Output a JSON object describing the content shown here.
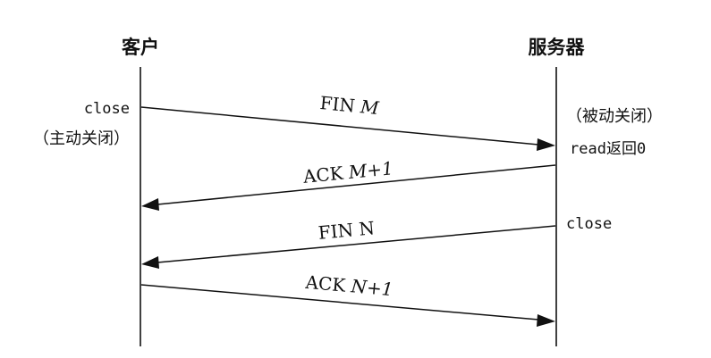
{
  "lanes": {
    "client": "客户",
    "server": "服务器"
  },
  "client_notes": {
    "close": "close",
    "active_close": "（主动关闭）"
  },
  "server_notes": {
    "passive_close": "（被动关闭）",
    "read_returns_0": "read返回0",
    "close": "close"
  },
  "messages": [
    {
      "direction": "client-to-server",
      "label": "FIN ",
      "label_italic": "M"
    },
    {
      "direction": "server-to-client",
      "label": "ACK ",
      "label_italic": "M+1"
    },
    {
      "direction": "server-to-client",
      "label": "FIN N",
      "label_italic": ""
    },
    {
      "direction": "client-to-server",
      "label": "ACK ",
      "label_italic": "N+1"
    }
  ]
}
